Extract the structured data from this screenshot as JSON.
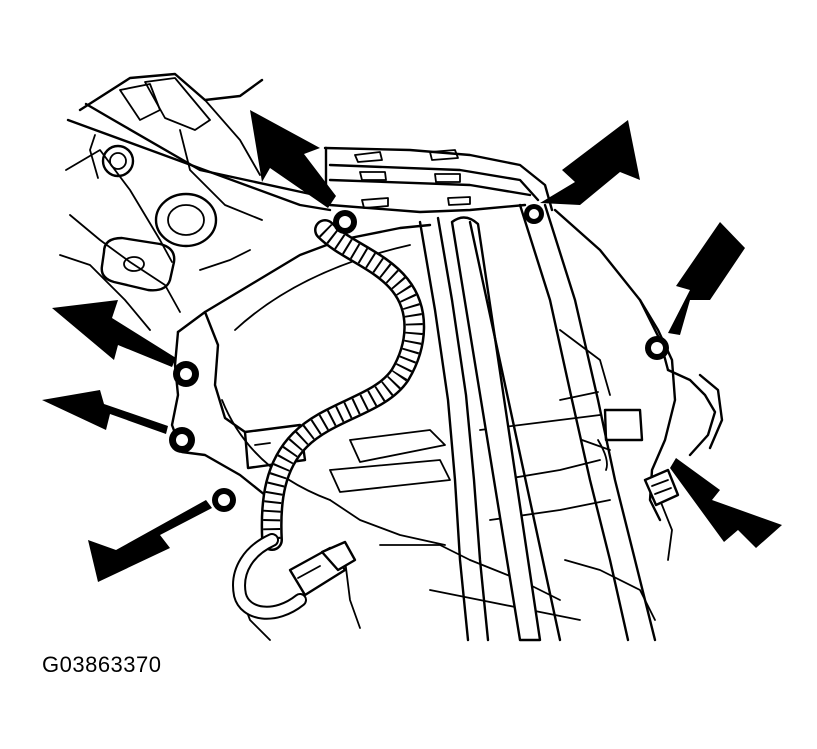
{
  "figure": {
    "id_label": "G03863370",
    "ink_color": "#000000",
    "background_color": "#ffffff"
  },
  "callouts": [
    {
      "name": "arrow-top-left-bolt"
    },
    {
      "name": "arrow-top-right-bolt"
    },
    {
      "name": "arrow-right-upper-bolt"
    },
    {
      "name": "arrow-left-upper-bolt"
    },
    {
      "name": "arrow-left-middle-bolt"
    },
    {
      "name": "arrow-lower-left-bolt"
    },
    {
      "name": "arrow-right-connector"
    }
  ]
}
